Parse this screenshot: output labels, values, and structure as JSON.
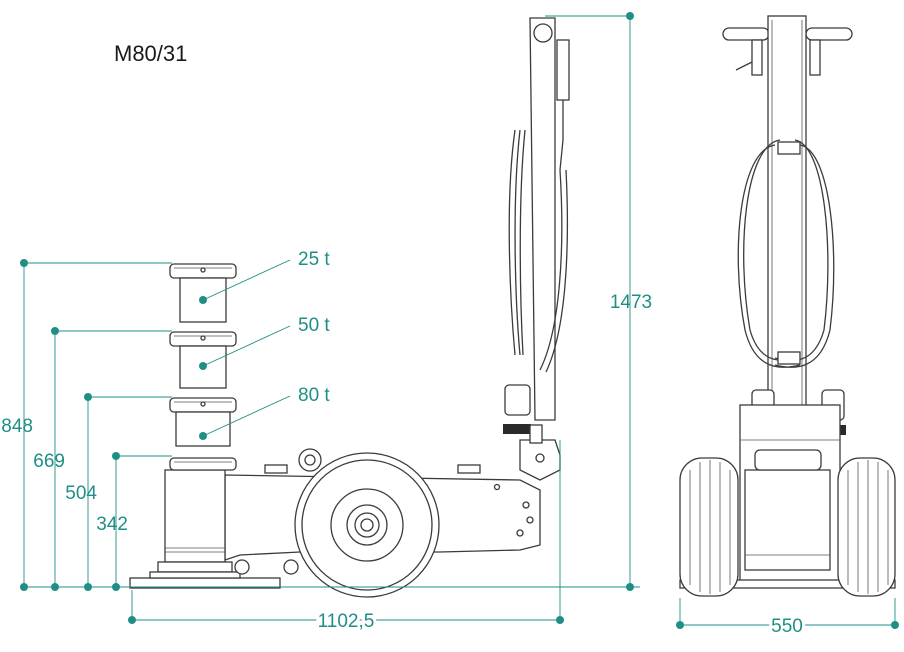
{
  "model_label": "M80/31",
  "colors": {
    "accent": "#1f8f86",
    "line": "#3b3b3b"
  },
  "capacities": [
    {
      "label": "25 t"
    },
    {
      "label": "50 t"
    },
    {
      "label": "80 t"
    }
  ],
  "heights": [
    {
      "label": "848"
    },
    {
      "label": "669"
    },
    {
      "label": "504"
    },
    {
      "label": "342"
    }
  ],
  "overall_height": "1473",
  "length": "1102,5",
  "width": "550"
}
